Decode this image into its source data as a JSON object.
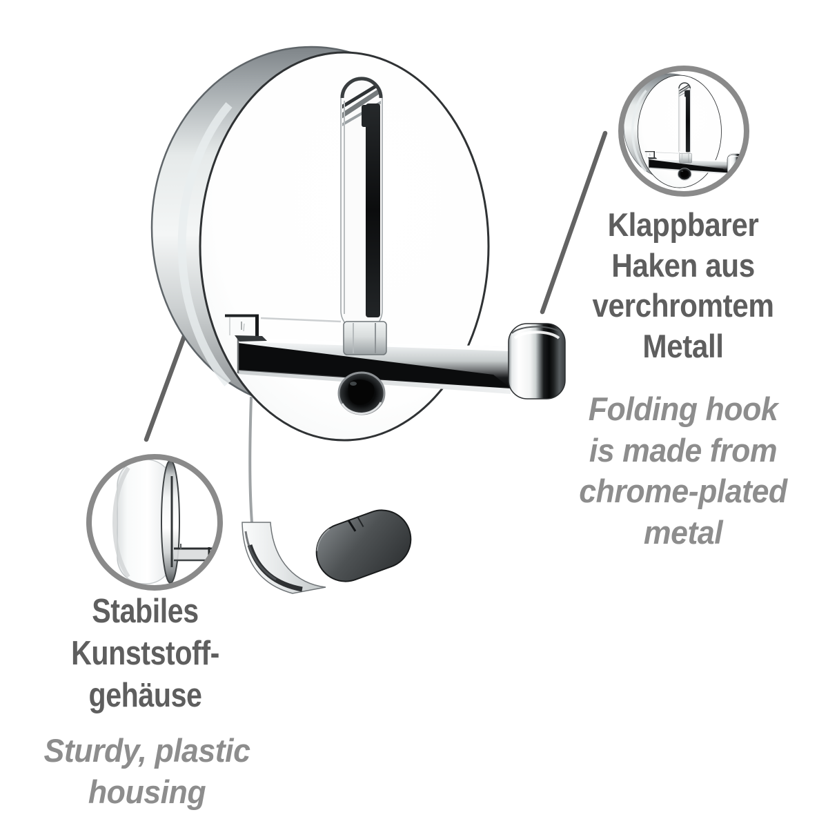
{
  "figure": {
    "background": "#ffffff",
    "callouts": [
      {
        "id": "folding-hook",
        "position": "top-right",
        "heading_lines": [
          "Klappbarer",
          "Haken aus",
          "verchromtem",
          "Metall"
        ],
        "subheading_lines": [
          "Folding hook",
          "is made from",
          "chrome-plated",
          "metal"
        ]
      },
      {
        "id": "plastic-housing",
        "position": "bottom-left",
        "heading_lines": [
          "Stabiles",
          "Kunststoff-",
          "gehäuse"
        ],
        "subheading_lines": [
          "Sturdy, plastic",
          "housing"
        ]
      }
    ],
    "colors": {
      "heading": "#5e5e5e",
      "subheading": "#8d8d8d",
      "leader_line": "#636363",
      "detail_ring": "#8a8a8a"
    }
  }
}
